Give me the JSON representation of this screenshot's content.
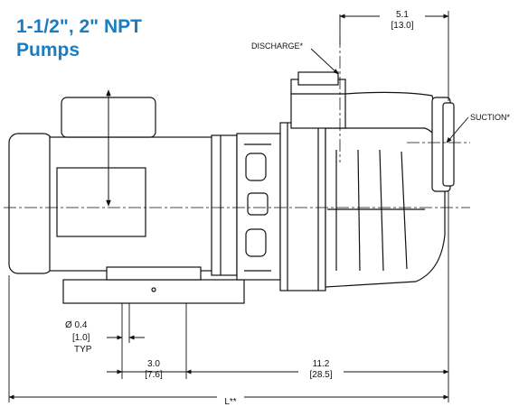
{
  "title": {
    "line1": "1-1/2\", 2\" NPT",
    "line2": "Pumps"
  },
  "callouts": {
    "discharge": "DISCHARGE*",
    "suction": "SUCTION*"
  },
  "dimensions": {
    "top_width": {
      "in": "5.1",
      "mm": "[13.0]"
    },
    "bolt_hole": {
      "in": "Ø 0.4",
      "mm": "[1.0]",
      "note": "TYP"
    },
    "hole_spacing": {
      "in": "3.0",
      "mm": "[7.6]"
    },
    "hole_to_end": {
      "in": "11.2",
      "mm": "[28.5]"
    },
    "overall_length": "L**"
  },
  "colors": {
    "title": "#1a7cc1",
    "line": "#111111"
  }
}
